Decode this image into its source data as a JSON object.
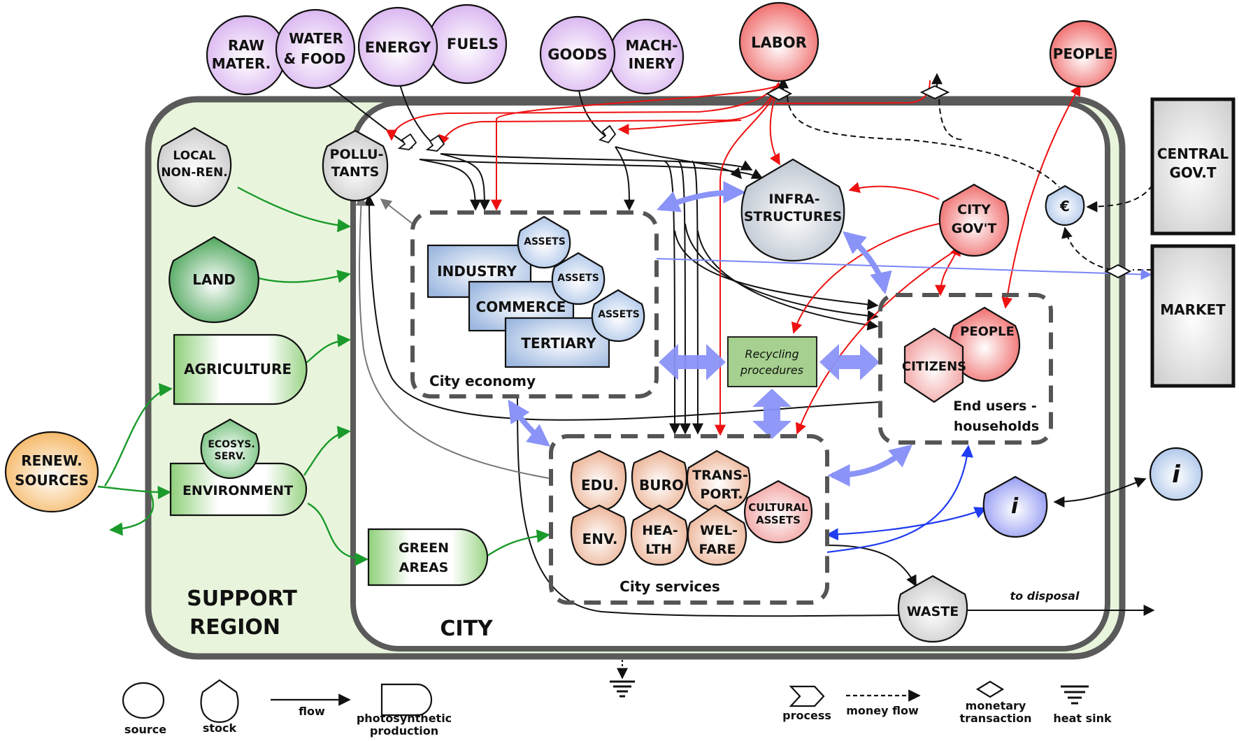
{
  "diagram": {
    "regions": {
      "support_region": "SUPPORT REGION",
      "support_region_line1": "SUPPORT",
      "support_region_line2": "REGION",
      "city": "CITY",
      "city_economy": "City economy",
      "city_services": "City services",
      "end_users_line1": "End users -",
      "end_users_line2": "households"
    },
    "external_sources": {
      "raw_materials": [
        "RAW",
        "MATER."
      ],
      "water_food": [
        "WATER",
        "& FOOD"
      ],
      "energy": [
        "ENERGY"
      ],
      "fuels": [
        "FUELS"
      ],
      "goods": [
        "GOODS"
      ],
      "machinery": [
        "MACH-",
        "INERY"
      ],
      "labor": [
        "LABOR"
      ],
      "people": [
        "PEOPLE"
      ],
      "renewable_sources": [
        "RENEW.",
        "SOURCES"
      ],
      "info_source": "i"
    },
    "external_boxes": {
      "central_govt": [
        "CENTRAL",
        "GOV.T"
      ],
      "market": [
        "MARKET"
      ]
    },
    "support_nodes": {
      "local_non_renewable": [
        "LOCAL",
        "NON-REN."
      ],
      "land": [
        "LAND"
      ],
      "agriculture": [
        "AGRICULTURE"
      ],
      "ecosystem_services": [
        "ECOSYS.",
        "SERV."
      ],
      "environment": [
        "ENVIRONMENT"
      ]
    },
    "city_nodes": {
      "pollutants": [
        "POLLU-",
        "TANTS"
      ],
      "infrastructures": [
        "INFRA-",
        "STRUCTURES"
      ],
      "city_govt": [
        "CITY",
        "GOV'T"
      ],
      "euro_stock": "€",
      "recycling": [
        "Recycling",
        "procedures"
      ],
      "green_areas": [
        "GREEN",
        "AREAS"
      ],
      "industry": "INDUSTRY",
      "commerce": "COMMERCE",
      "tertiary": "TERTIARY",
      "assets": "ASSETS",
      "citizens": "CITIZENS",
      "people": "PEOPLE",
      "info_stock": "i",
      "waste": "WASTE",
      "to_disposal": "to disposal"
    },
    "services": {
      "edu": [
        "EDU."
      ],
      "buro": [
        "BURO"
      ],
      "transport": [
        "TRANS-",
        "PORT."
      ],
      "env": [
        "ENV."
      ],
      "health": [
        "HEA-",
        "LTH"
      ],
      "welfare": [
        "WEL-",
        "FARE"
      ],
      "cultural_assets": [
        "CULTURAL",
        "ASSETS"
      ]
    },
    "legend": {
      "source": "source",
      "stock": "stock",
      "flow": "flow",
      "photosynthetic": [
        "photosynthetic",
        "production"
      ],
      "process": "process",
      "money_flow": "money flow",
      "monetary": [
        "monetary",
        "transaction"
      ],
      "heat_sink": "heat sink"
    },
    "colors": {
      "support_fill": "#e8f5dc",
      "boundary": "#5a5a5a",
      "source_purple": "#d9b3f0",
      "labor_red": "#f26b6b",
      "flow_red": "#ee1111",
      "flow_green": "#1a9a2a",
      "flow_blue": "#1f3cf0",
      "bidirectional_blue": "#8a93f7",
      "economy_blue": "#b8cce8",
      "services_peach": "#eeb89c",
      "land_green": "#4fa85a"
    }
  }
}
